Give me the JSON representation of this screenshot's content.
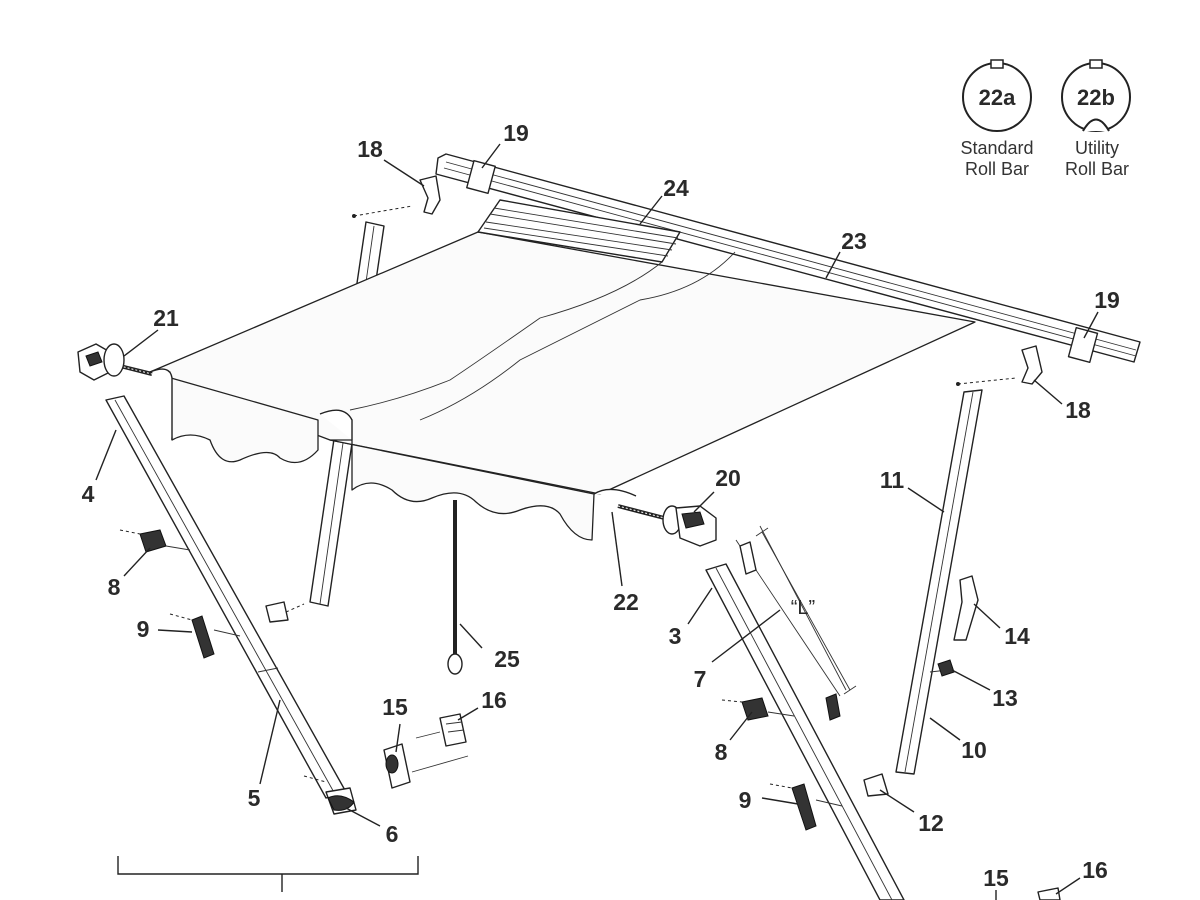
{
  "legend": [
    {
      "code": "22a",
      "caption_lines": [
        "Standard",
        "Roll Bar"
      ]
    },
    {
      "code": "22b",
      "caption_lines": [
        "Utility",
        "Roll Bar"
      ]
    }
  ],
  "callouts": {
    "c18a": "18",
    "c19a": "19",
    "c24": "24",
    "c23": "23",
    "c19b": "19",
    "c18b": "18",
    "c21": "21",
    "c4": "4",
    "c8a": "8",
    "c9a": "9",
    "c11": "11",
    "c20": "20",
    "c22": "22",
    "c14": "14",
    "c3": "3",
    "cL": "“L”",
    "c25": "25",
    "c7": "7",
    "c13": "13",
    "c15a": "15",
    "c16a": "16",
    "c8b": "8",
    "c10": "10",
    "c5": "5",
    "c9b": "9",
    "c6": "6",
    "c12": "12",
    "c15b": "15",
    "c16b": "16"
  }
}
